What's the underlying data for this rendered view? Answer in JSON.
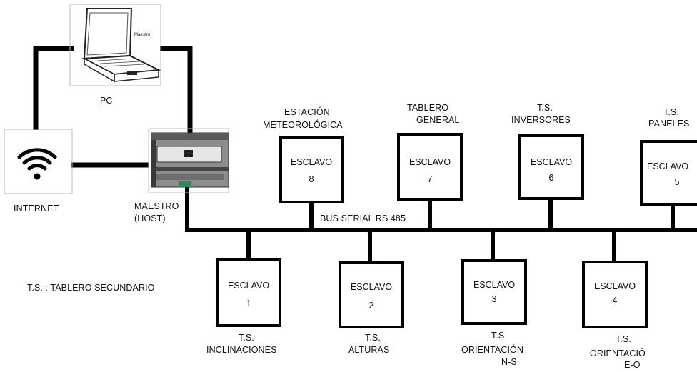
{
  "pc": {
    "label": "PC",
    "screen_text": "Maestro"
  },
  "internet": {
    "label": "INTERNET"
  },
  "master": {
    "label_line1": "MAESTRO",
    "label_line2": "(HOST)"
  },
  "bus": {
    "label": "BUS SERIAL RS 485"
  },
  "legend": {
    "text": "T.S. : TABLERO SECUNDARIO"
  },
  "slaves": [
    {
      "title": "ESCLAVO",
      "number": "1",
      "caption_line1": "T.S.",
      "caption_line2": "INCLINACIONES"
    },
    {
      "title": "ESCLAVO",
      "number": "2",
      "caption_line1": "T.S.",
      "caption_line2": "ALTURAS"
    },
    {
      "title": "ESCLAVO",
      "number": "3",
      "caption_line1": "T.S.",
      "caption_line2": "ORIENTACIÓN",
      "caption_line3": "N-S"
    },
    {
      "title": "ESCLAVO",
      "number": "4",
      "caption_line1": "T.S.",
      "caption_line2": "ORIENTACIÓ",
      "caption_line3": "E-O"
    },
    {
      "title": "ESCLAVO",
      "number": "5",
      "caption_line1": "T.S.",
      "caption_line2": "PANELES"
    },
    {
      "title": "ESCLAVO",
      "number": "6",
      "caption_line1": "T.S.",
      "caption_line2": "INVERSORES"
    },
    {
      "title": "ESCLAVO",
      "number": "7",
      "caption_line1": "TABLERO",
      "caption_line2": "GENERAL"
    },
    {
      "title": "ESCLAVO",
      "number": "8",
      "caption_line1": "ESTACIÓN",
      "caption_line2": "METEOROLÓGICA"
    }
  ]
}
